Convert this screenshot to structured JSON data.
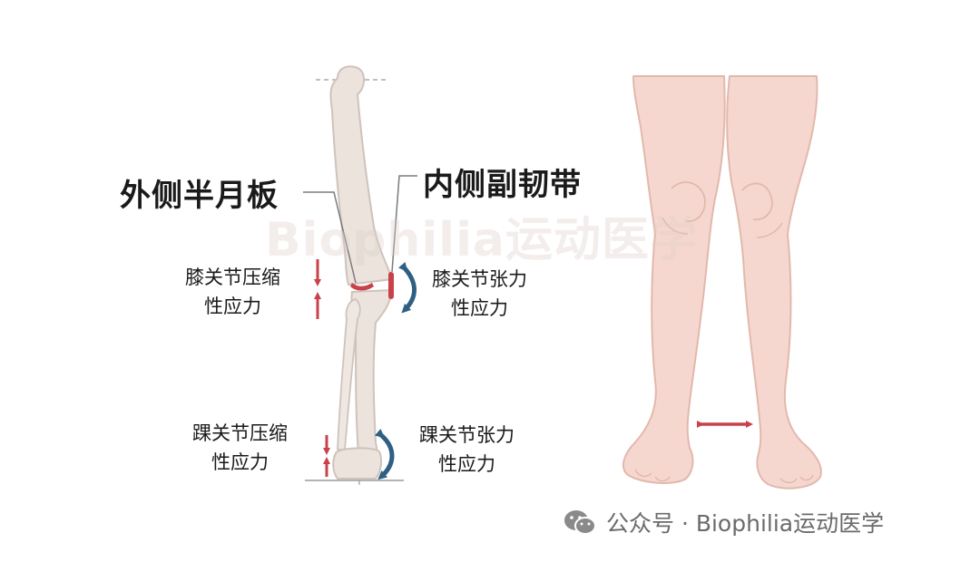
{
  "labels": {
    "lateral_meniscus": "外侧半月板",
    "medial_collateral_ligament": "内侧副韧带",
    "knee_compression_line1": "膝关节压缩",
    "knee_compression_line2": "性应力",
    "knee_tension_line1": "膝关节张力",
    "knee_tension_line2": "性应力",
    "ankle_compression_line1": "踝关节压缩",
    "ankle_compression_line2": "性应力",
    "ankle_tension_line1": "踝关节张力",
    "ankle_tension_line2": "性应力"
  },
  "watermark": "Biophilia运动医学",
  "footer": {
    "icon": "wechat-icon",
    "text": "公众号 · Biophilia运动医学"
  },
  "colors": {
    "compression_red": "#c8414b",
    "tension_blue": "#2f5f82",
    "bone_fill": "#ece3dd",
    "bone_stroke": "#cfc3bb",
    "skin_fill": "#f6d7cf",
    "skin_stroke": "#e2b8ad"
  }
}
